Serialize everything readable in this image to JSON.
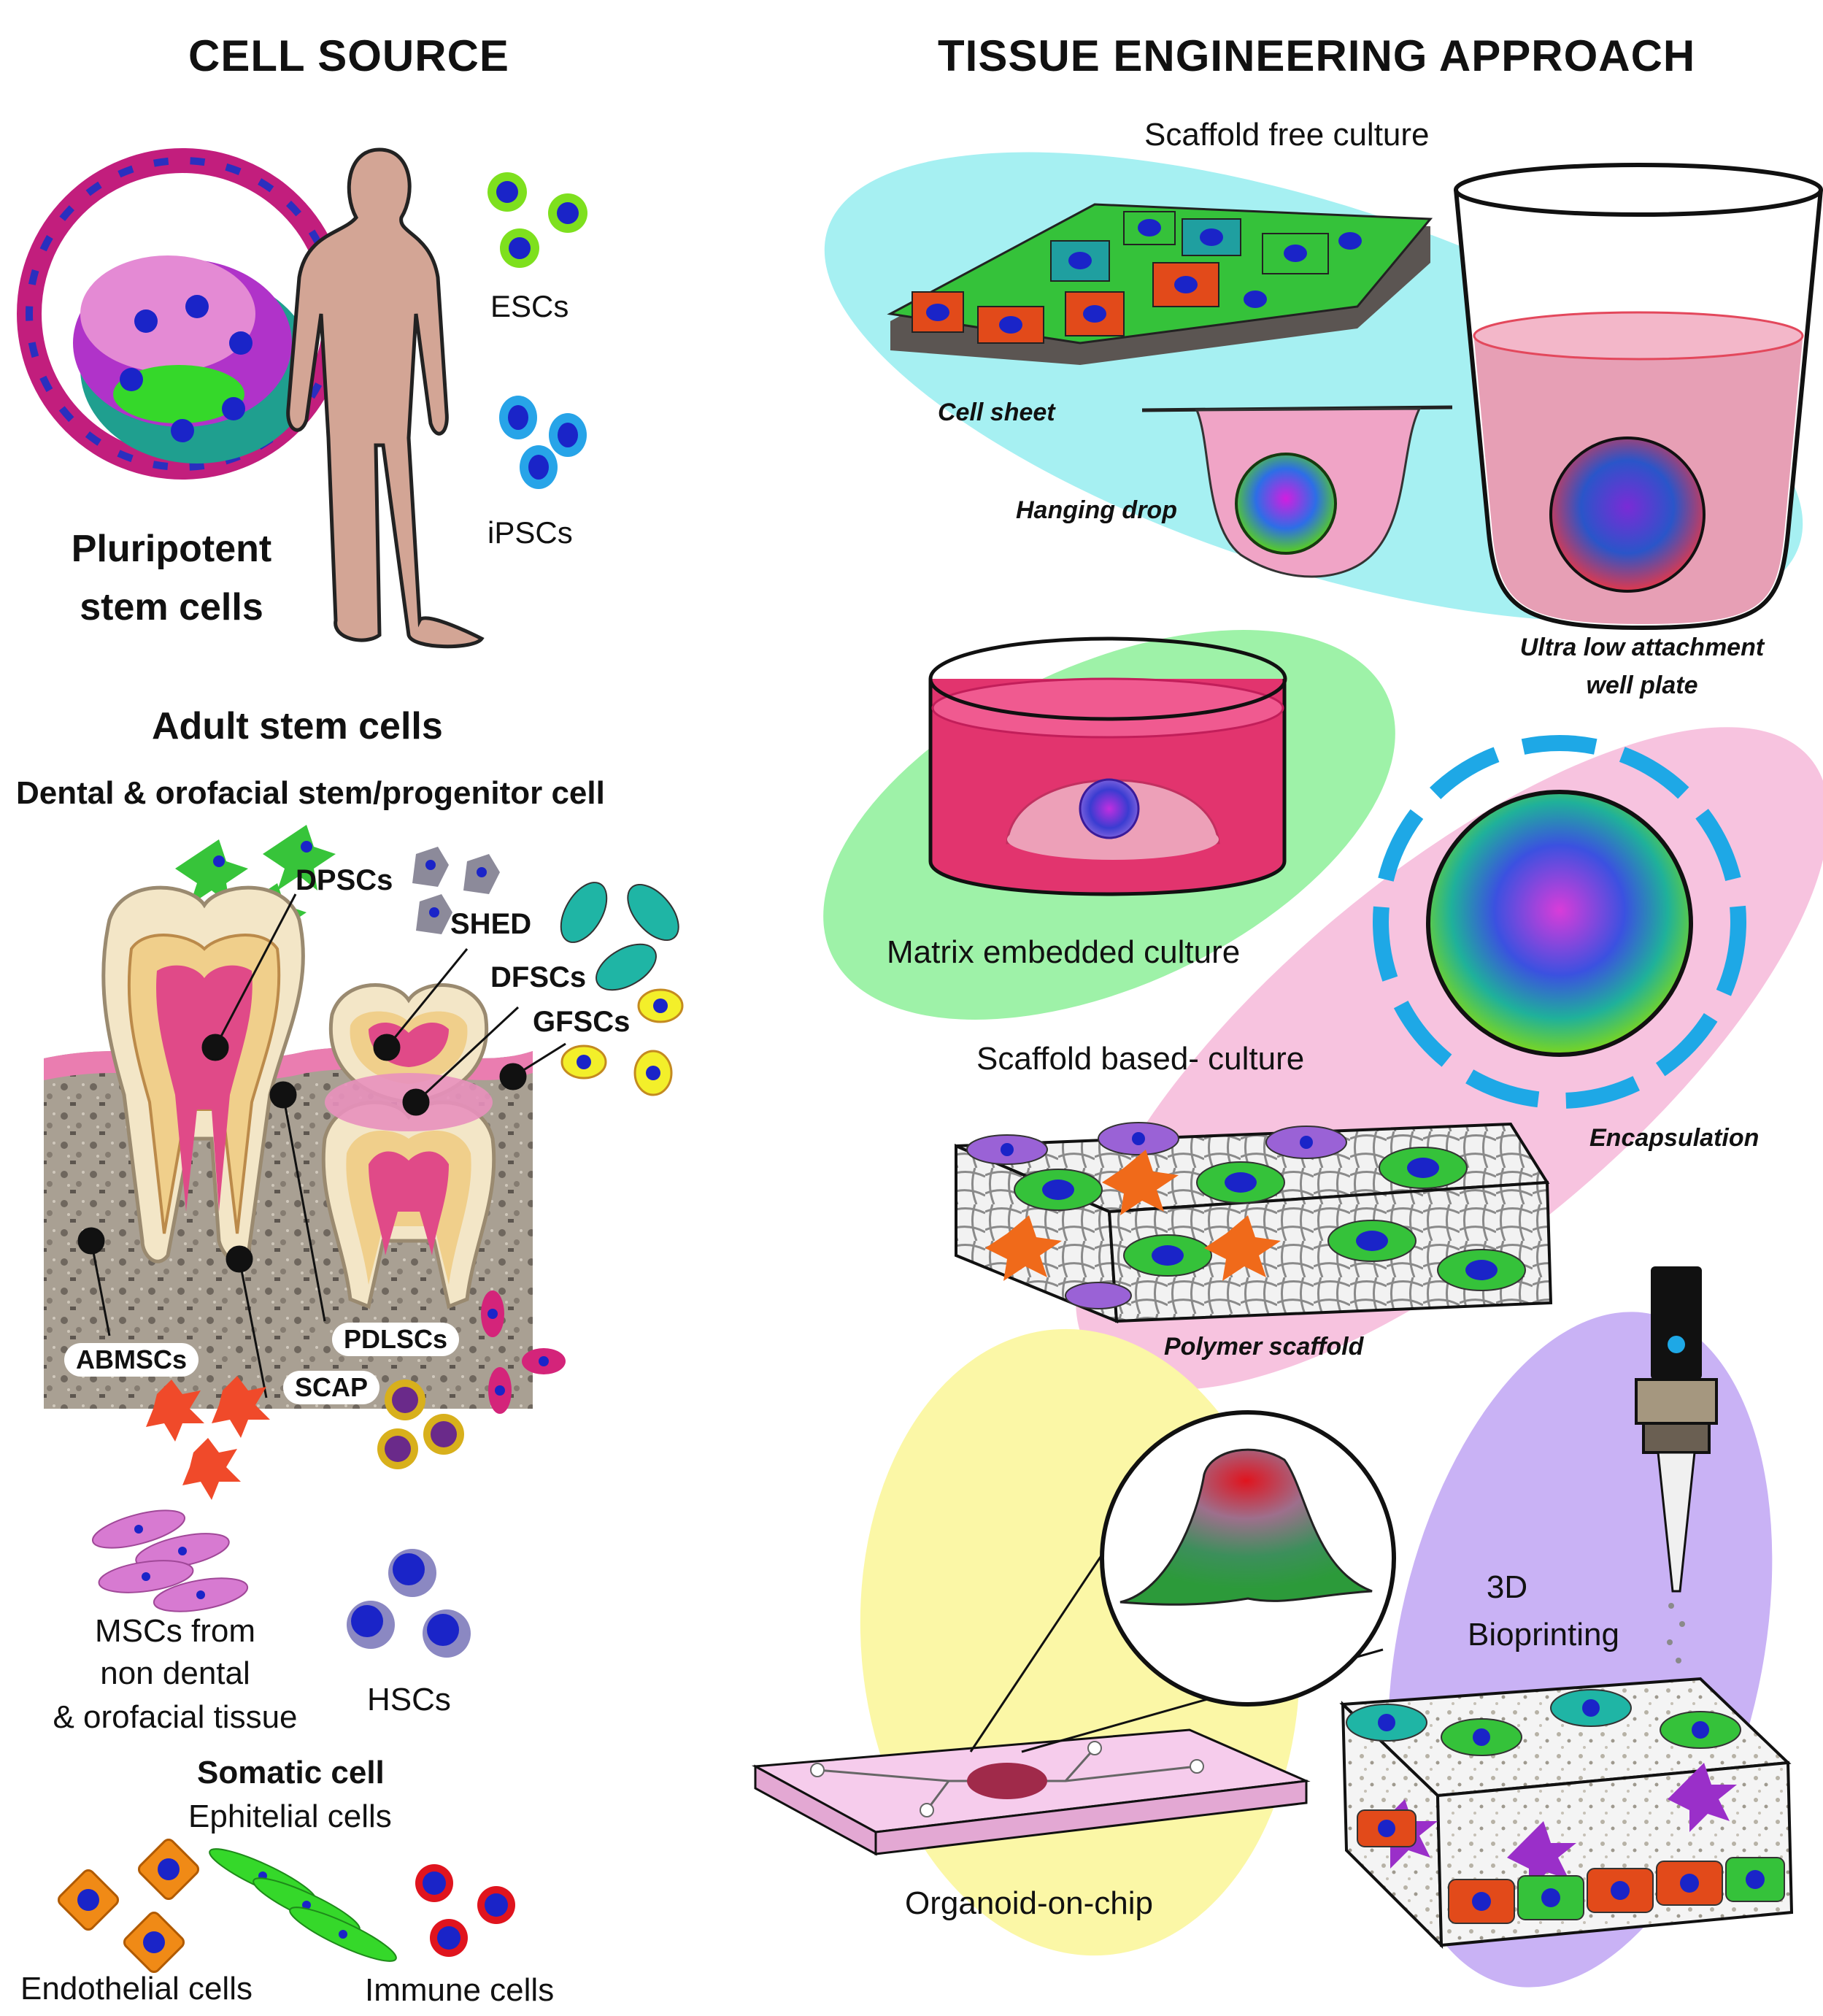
{
  "left": {
    "title": "CELL SOURCE",
    "pluripotent": {
      "label_line1": "Pluripotent",
      "label_line2": "stem cells",
      "escs": "ESCs",
      "ipscs": "iPSCs"
    },
    "adult": {
      "title": "Adult stem cells",
      "subtitle": "Dental & orofacial stem/progenitor cell",
      "dental_labels": {
        "dpscs": "DPSCs",
        "shed": "SHED",
        "dfscs": "DFSCs",
        "gfscs": "GFSCs",
        "pdlscs": "PDLSCs",
        "scap": "SCAP",
        "abmscs": "ABMSCs"
      },
      "mscs_line1": "MSCs from",
      "mscs_line2": "non dental",
      "mscs_line3": "& orofacial tissue",
      "hscs": "HSCs"
    },
    "somatic": {
      "title": "Somatic cell",
      "epithelial": "Ephitelial cells",
      "endothelial": "Endothelial cells",
      "immune": "Immune cells"
    }
  },
  "right": {
    "title": "TISSUE ENGINEERING APPROACH",
    "scaffold_free": {
      "title": "Scaffold free culture",
      "cell_sheet": "Cell sheet",
      "hanging_drop": "Hanging drop",
      "ula_line1": "Ultra low attachment",
      "ula_line2": "well plate"
    },
    "matrix": "Matrix embedded culture",
    "scaffold_based": {
      "title": "Scaffold based- culture",
      "encapsulation": "Encapsulation",
      "polymer": "Polymer scaffold"
    },
    "organoid": "Organoid-on-chip",
    "bioprinting_line1": "3D",
    "bioprinting_line2": "Bioprinting"
  },
  "colors": {
    "cyan_blob": "#a6f0f2",
    "green_blob": "#9ef2a8",
    "pink_blob": "#f7c3df",
    "yellow_blob": "#fbf7a6",
    "purple_blob": "#c9b2f5",
    "cell_nucleus": "#1a24c8",
    "magenta": "#d4247a",
    "bone": "#a49a8e"
  }
}
